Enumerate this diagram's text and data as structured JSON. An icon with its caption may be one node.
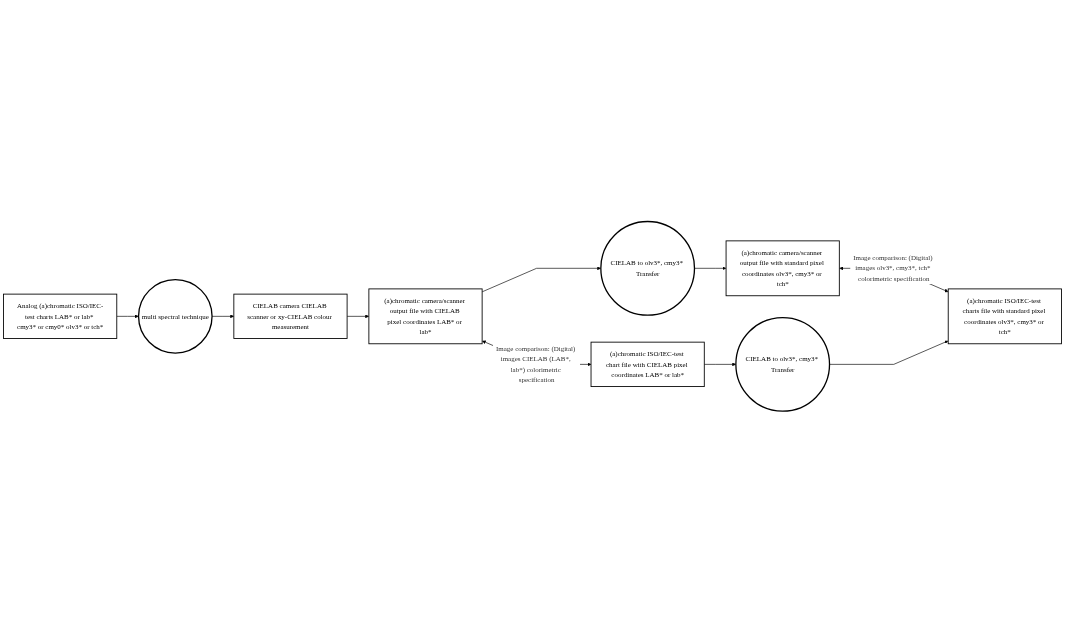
{
  "diagram": {
    "nodes": [
      {
        "text": [
          "CIELAB camera CIELAB scanner or xy-CIELAB colour measurement"
        ]
      },
      {
        "text": [
          "(a)chromatic camera/scanner output file with CIELAB pixel coordinates LAB* or lab*"
        ]
      },
      {
        "text": [
          "CIELAB to olv3*, cmy3* Transfer"
        ]
      },
      {
        "text": [
          "(a)chromatic camera/scanner output file with standard pixel coordinates olv3*, cmy3* or tch*"
        ]
      },
      {
        "text": [
          "multi spectral technique"
        ]
      },
      {
        "text": [
          "Analog (a)chromatic ISO/IEC-test charts LAB* or lab* cmy3* or cmy0* olv3* or tch*"
        ]
      },
      {
        "text": [
          "(a)chromatic ISO/IEC-test chart file with CIELAB pixel coordinates LAB* or lab*"
        ]
      },
      {
        "text": [
          "CIELAB to olv3*, cmy3* Transfer"
        ]
      },
      {
        "text": [
          "(a)chromatic ISO/IEC-test charts file with standard pixel coordinates olv3*, cmy3* or tch*"
        ]
      }
    ],
    "edges": [
      {
        "from": 0,
        "to": 1,
        "arrow": "to"
      },
      {
        "from": 1,
        "to": 2,
        "arrow": "to"
      },
      {
        "from": 2,
        "to": 3,
        "arrow": "to"
      },
      {
        "from": 4,
        "to": 0,
        "arrow": "to"
      },
      {
        "from": 5,
        "to": 4,
        "arrow": "to"
      },
      {
        "from": 1,
        "to": 6,
        "arrow": "both",
        "label": "Image comparison: (Digital) images CIELAB (LAB*, lab*) colorimetric specification"
      },
      {
        "from": 3,
        "to": 8,
        "arrow": "both",
        "label": "Image comparison: (Digital) images olv3*, cmy3*, tch* colorimetric specification"
      },
      {
        "from": 6,
        "to": 7,
        "arrow": "to"
      },
      {
        "from": 7,
        "to": 8,
        "arrow": "to"
      }
    ]
  }
}
